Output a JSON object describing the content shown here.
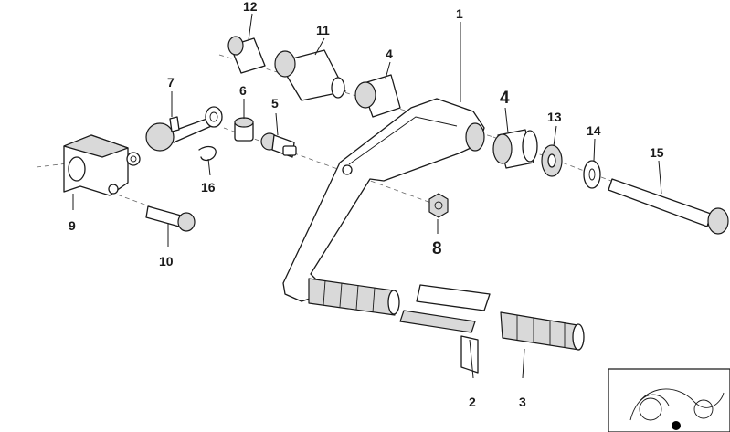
{
  "callouts": {
    "c1": "1",
    "c2": "2",
    "c3": "3",
    "c4a": "4",
    "c4b": "4",
    "c5": "5",
    "c6": "6",
    "c7": "7",
    "c8": "8",
    "c9": "9",
    "c10": "10",
    "c11": "11",
    "c12": "12",
    "c13": "13",
    "c14": "14",
    "c15": "15",
    "c16": "16"
  }
}
